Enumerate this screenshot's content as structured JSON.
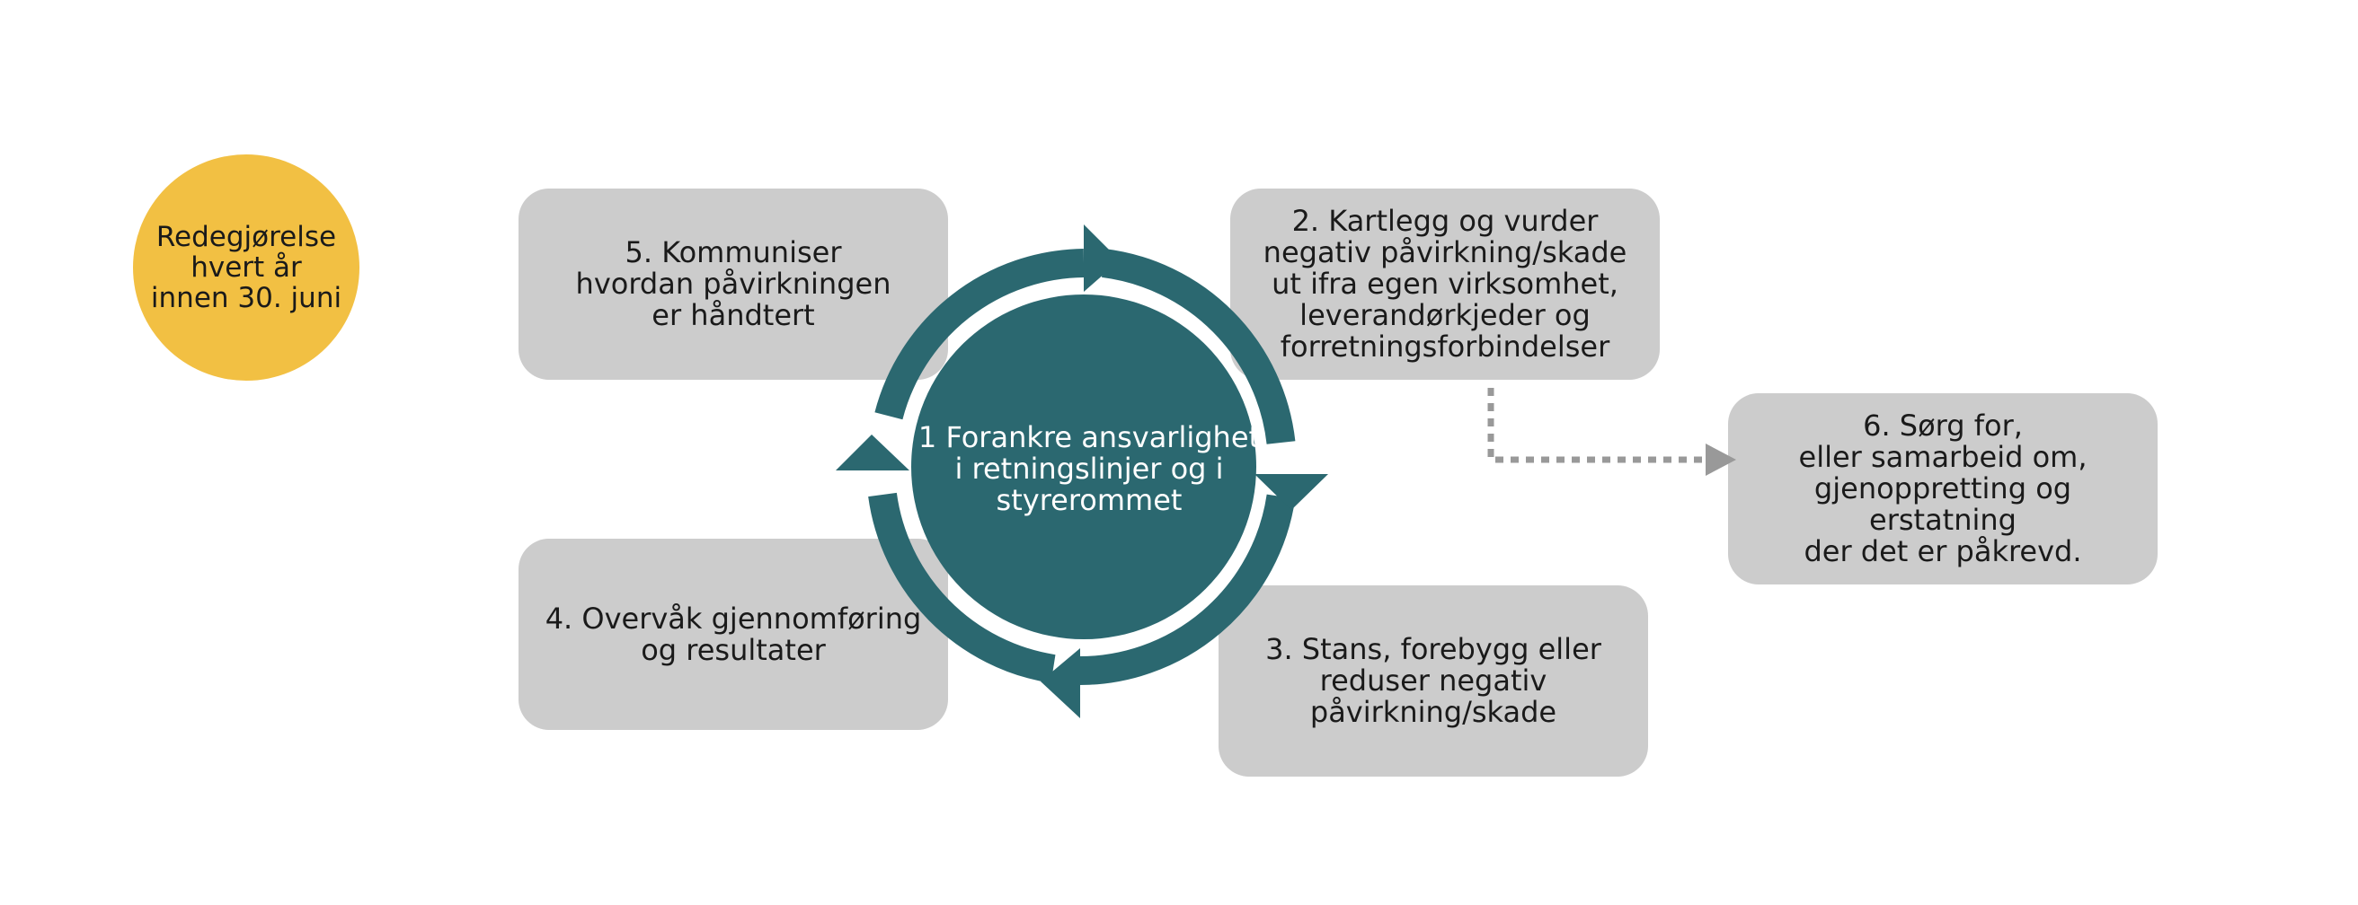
{
  "colors": {
    "box": "#cccccc",
    "badge": "#f2c043",
    "cycle": "#2b6870",
    "connector": "#999999",
    "text": "#1a1a1a",
    "center_text": "#ffffff"
  },
  "badge": {
    "text": "Redegjørelse\nhvert år\ninnen 30. juni"
  },
  "center": {
    "text": "1 Forankre ansvarlighet\ni retningslinjer og i\nstyrerommet"
  },
  "steps": {
    "step2": "2. Kartlegg og vurder\nnegativ påvirkning/skade\nut ifra egen virksomhet,\nleverandørkjeder og\nforretningsforbindelser",
    "step3": "3. Stans, forebygg eller\nreduser negativ\npåvirkning/skade",
    "step4": "4. Overvåk gjennomføring\nog resultater",
    "step5": "5. Kommuniser\nhvordan påvirkningen\ner håndtert",
    "step6": "6. Sørg for,\neller samarbeid om,\ngjenoppretting og erstatning\nder det er påkrevd."
  },
  "icons": {
    "cycle_arrows": "circular-arrows-icon",
    "connector": "dotted-arrow-icon"
  }
}
